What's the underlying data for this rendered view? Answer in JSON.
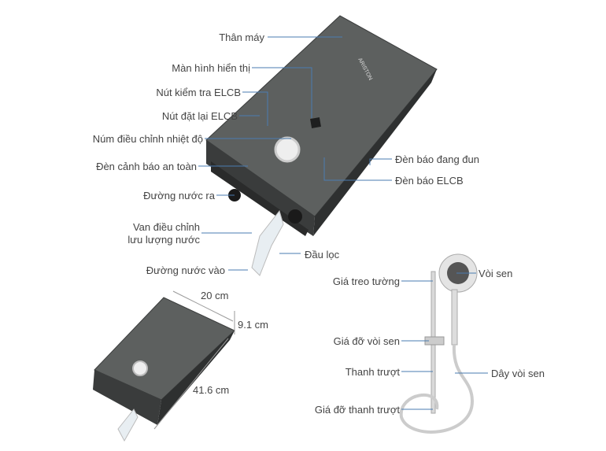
{
  "brand": "ARISTON",
  "colors": {
    "body": "#5a5d5c",
    "line": "#4a7bb0",
    "text": "#444444"
  },
  "labels": {
    "than_may": "Thân máy",
    "man_hinh": "Màn hình hiển thị",
    "nut_kiem_tra": "Nút kiểm tra ELCB",
    "nut_dat_lai": "Nút đặt lại ELCB",
    "num_dieu_chinh": "Núm điều chỉnh nhiệt độ",
    "den_canh_bao": "Đèn cảnh báo an toàn",
    "duong_nuoc_ra": "Đường nước ra",
    "van_1": "Van điều chỉnh",
    "van_2": "lưu lượng nước",
    "duong_nuoc_vao": "Đường nước vào",
    "dau_loc": "Đầu lọc",
    "den_dang_dun": "Đèn báo đang đun",
    "den_elcb": "Đèn báo ELCB",
    "gia_treo": "Giá treo tường",
    "voi_sen": "Vòi sen",
    "gia_do_voi": "Giá đỡ vòi sen",
    "thanh_truot": "Thanh trượt",
    "day_voi": "Dây vòi sen",
    "gia_do_thanh": "Giá đỡ thanh trượt"
  },
  "dimensions": {
    "width": "20 cm",
    "depth": "9.1 cm",
    "height": "41.6 cm"
  }
}
